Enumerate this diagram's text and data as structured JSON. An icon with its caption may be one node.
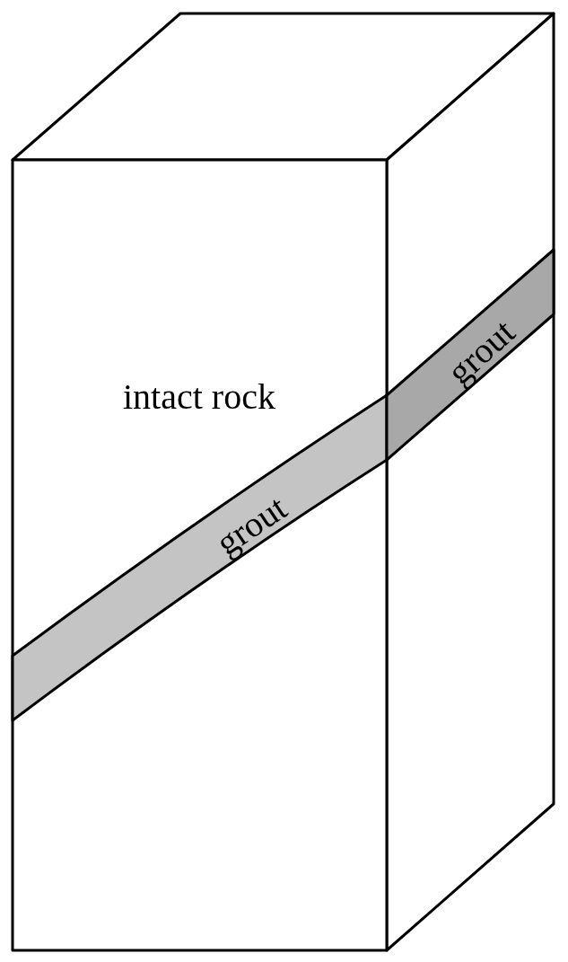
{
  "diagram": {
    "labels": [
      "intact rock",
      "grout",
      "grout"
    ]
  }
}
